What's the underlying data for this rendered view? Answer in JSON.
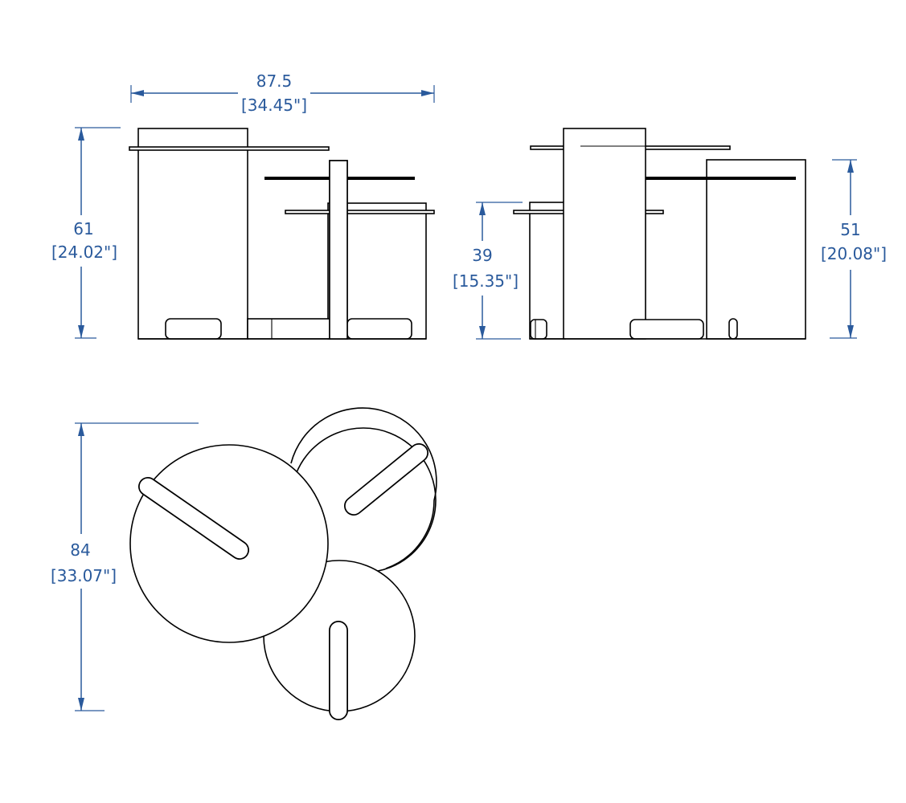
{
  "dimensions": {
    "width_top": {
      "value": "87.5",
      "inches": "[34.45\"]"
    },
    "height_front": {
      "value": "61",
      "inches": "[24.02\"]"
    },
    "height_side_low": {
      "value": "39",
      "inches": "[15.35\"]"
    },
    "height_side_high": {
      "value": "51",
      "inches": "[20.08\"]"
    },
    "depth_plan": {
      "value": "84",
      "inches": "[33.07\"]"
    }
  },
  "colors": {
    "dimension": "#2a5a9c",
    "outline": "#000000",
    "background": "#ffffff"
  }
}
